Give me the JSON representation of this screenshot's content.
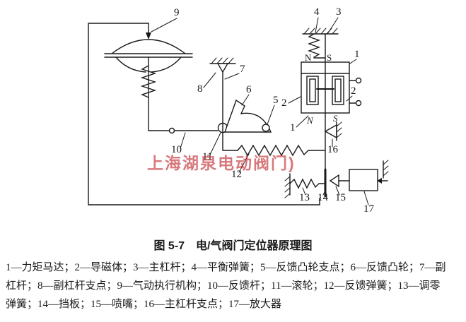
{
  "figure": {
    "watermark": "上海湖泉电动阀门)",
    "caption": "图 5-7　电/气阀门定位器原理图",
    "legend_lines": [
      "1—力矩马达；2—导磁体；3—主杠杆；4—平衡弹簧；5—反馈凸轮支点；6—反馈凸轮；7—副",
      "杠杆；8—副杠杆支点；9—气动执行机构；10—反馈杆；11—滚轮；12—反馈弹簧；13—调零",
      "弹簧；14—挡板；15—喷嘴；16—主杠杆支点；17—放大器"
    ],
    "legend_items": [
      {
        "num": "1",
        "name": "力矩马达"
      },
      {
        "num": "2",
        "name": "导磁体"
      },
      {
        "num": "3",
        "name": "主杠杆"
      },
      {
        "num": "4",
        "name": "平衡弹簧"
      },
      {
        "num": "5",
        "name": "反馈凸轮支点"
      },
      {
        "num": "6",
        "name": "反馈凸轮"
      },
      {
        "num": "7",
        "name": "副杠杆"
      },
      {
        "num": "8",
        "name": "副杠杆支点"
      },
      {
        "num": "9",
        "name": "气动执行机构"
      },
      {
        "num": "10",
        "name": "反馈杆"
      },
      {
        "num": "11",
        "name": "滚轮"
      },
      {
        "num": "12",
        "name": "反馈弹簧"
      },
      {
        "num": "13",
        "name": "调零弹簧"
      },
      {
        "num": "14",
        "name": "挡板"
      },
      {
        "num": "15",
        "name": "喷嘴"
      },
      {
        "num": "16",
        "name": "主杠杆支点"
      },
      {
        "num": "17",
        "name": "放大器"
      }
    ]
  },
  "diagram": {
    "labels": {
      "n1": "1",
      "n2": "2",
      "n3": "3",
      "n4": "4",
      "n5": "5",
      "n6": "6",
      "n7": "7",
      "n8": "8",
      "n9": "9",
      "n10": "10",
      "n11": "11",
      "n12": "12",
      "n13": "13",
      "n14": "14",
      "n15": "15",
      "n16": "16",
      "n17": "17",
      "pole_n": "N",
      "pole_s": "S"
    }
  },
  "colors": {
    "ink": "#1a1a1a",
    "watermark_red": "#c0282d",
    "background": "#ffffff"
  }
}
